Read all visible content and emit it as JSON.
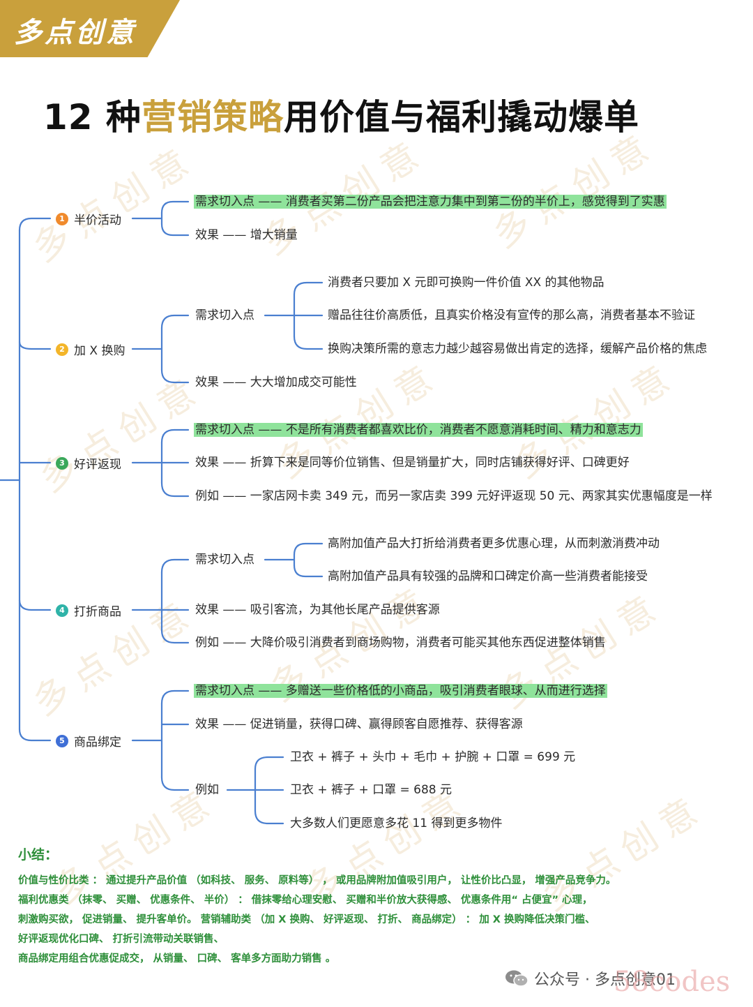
{
  "brand": {
    "label": "多点创意",
    "color": "#c9a03c"
  },
  "title": {
    "prefix": "12 种",
    "highlight": "营销策略",
    "suffix": "用价值与福利撬动爆单"
  },
  "watermark": "多点创意",
  "branches": [
    {
      "num": "1",
      "label": "半价活动",
      "color": "#f08a2c",
      "items": [
        {
          "text": "需求切入点 —— 消费者买第二份产品会把注意力集中到第二份的半价上，感觉得到了实惠",
          "highlight": true
        },
        {
          "text": "效果 —— 增大销量"
        }
      ]
    },
    {
      "num": "2",
      "label": "加 X 换购",
      "color": "#f3b52a",
      "items": [
        {
          "text": "需求切入点"
        },
        {
          "text": "效果 —— 大大增加成交可能性"
        }
      ],
      "subitems": [
        "消费者只要加 X 元即可换购一件价值 XX 的其他物品",
        "赠品往往价高质低，且真实价格没有宣传的那么高，消费者基本不验证",
        "换购决策所需的意志力越少越容易做出肯定的选择，缓解产品价格的焦虑"
      ]
    },
    {
      "num": "3",
      "label": "好评返现",
      "color": "#3aa85b",
      "items": [
        {
          "text": "需求切入点 —— 不是所有消费者都喜欢比价，消费者不愿意消耗时间、精力和意志力",
          "highlight": true
        },
        {
          "text": "效果 —— 折算下来是同等价位销售、但是销量扩大，同时店铺获得好评、口碑更好"
        },
        {
          "text": "例如 —— 一家店网卡卖 349 元，而另一家店卖 399 元好评返现 50 元、两家其实优惠幅度是一样"
        }
      ]
    },
    {
      "num": "4",
      "label": "打折商品",
      "color": "#2fb3a8",
      "items": [
        {
          "text": "需求切入点"
        },
        {
          "text": "效果 —— 吸引客流，为其他长尾产品提供客源"
        },
        {
          "text": "例如 —— 大降价吸引消费者到商场购物，消费者可能买其他东西促进整体销售"
        }
      ],
      "subitems": [
        "高附加值产品大打折给消费者更多优惠心理，从而刺激消费冲动",
        "高附加值产品具有较强的品牌和口碑定价高一些消费者能接受"
      ]
    },
    {
      "num": "5",
      "label": "商品绑定",
      "color": "#3f6fd6",
      "items": [
        {
          "text": "需求切入点 —— 多赠送一些价格低的小商品，吸引消费者眼球、从而进行选择",
          "highlight": true
        },
        {
          "text": "效果 —— 促进销量，获得口碑、赢得顾客自愿推荐、获得客源"
        },
        {
          "text": "例如"
        }
      ],
      "subitems": [
        "卫衣 + 裤子 + 头巾 + 毛巾 + 护腕 + 口罩 = 699 元",
        "卫衣 + 裤子 + 口罩 = 688 元",
        "大多数人们更愿意多花 11 得到更多物件"
      ]
    }
  ],
  "summary": {
    "title": "小结：",
    "lines": [
      "价值与性价比类 ： 通过提升产品价值 （如科技、 服务、 原料等） ， 或用品牌附加值吸引用户， 让性价比凸显， 增强产品竞争力。",
      "福利优惠类 （抹零、 买赠、 优惠条件、 半价） ： 借抹零给心理安慰、 买赠和半价放大获得感、 优惠条件用“ 占便宜” 心理，",
      "刺激购买欲， 促进销量、 提升客单价。 营销辅助类 （加 X 换购、 好评返现、 打折、 商品绑定） ： 加 X 换购降低决策门槛、",
      "好评返现优化口碑、 打折引流带动关联销售、",
      "商品绑定用组合优惠促成交， 从销量、 口碑、 客单多方面助力销售 。"
    ]
  },
  "footer": {
    "label": "公众号 · 多点创意01",
    "mark": "58codes"
  },
  "colors": {
    "line": "#4a7fd0",
    "highlight_bg": "#8fe39b",
    "summary": "#2e8f3a"
  }
}
